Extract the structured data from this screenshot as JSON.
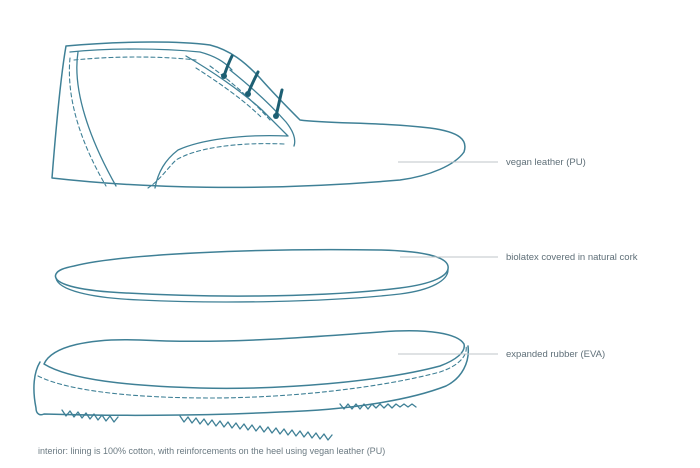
{
  "colors": {
    "outline": "#3f8096",
    "leader": "#bfc6ca",
    "lace": "#1d5f73",
    "label": "#5f6f78"
  },
  "labels": {
    "upper": "vegan leather (PU)",
    "insole": "biolatex covered in natural cork",
    "sole": "expanded rubber (EVA)"
  },
  "footnote": "interior: lining is 100% cotton, with reinforcements on the heel using vegan leather (PU)"
}
